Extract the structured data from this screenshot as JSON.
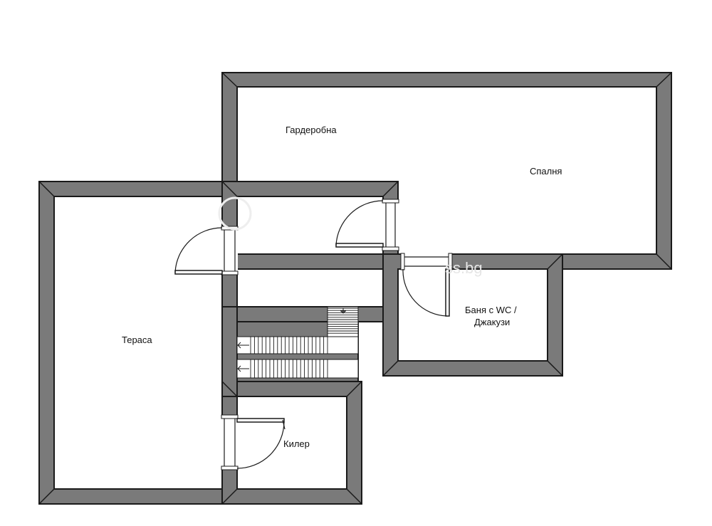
{
  "plan": {
    "rooms": [
      {
        "id": "garderobna",
        "label": "Гардеробна"
      },
      {
        "id": "spalnya",
        "label": "Спалня"
      },
      {
        "id": "terasa",
        "label": "Тераса"
      },
      {
        "id": "banya",
        "label_line1": "Баня с WC /",
        "label_line2": "Джакузи"
      },
      {
        "id": "kiler",
        "label": "Килер"
      }
    ],
    "watermark": "ss.bg",
    "colors": {
      "wall_fill": "#7a7a7a",
      "wall_outline": "#1a1a1a",
      "background": "#ffffff"
    }
  }
}
